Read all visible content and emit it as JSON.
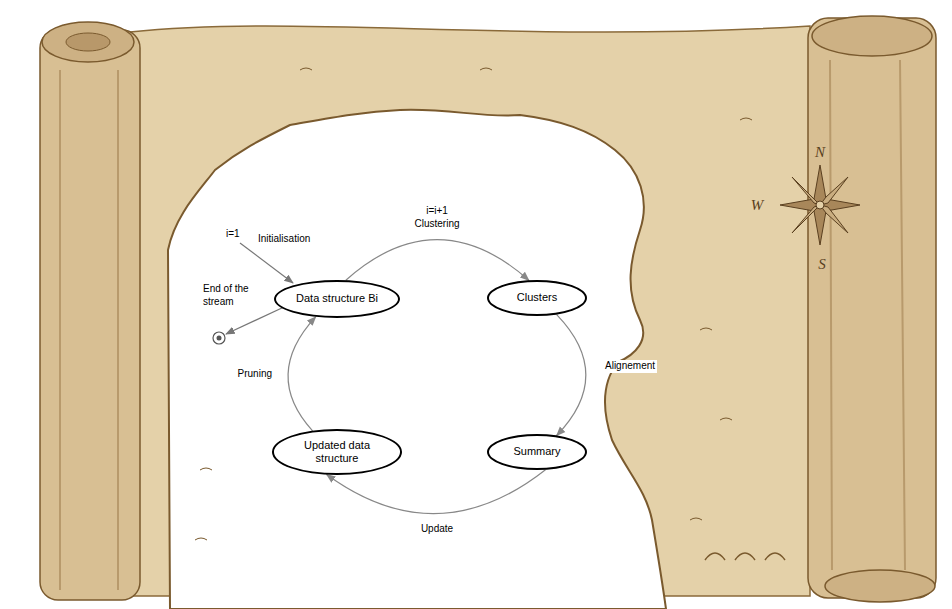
{
  "diagram": {
    "nodes": [
      {
        "text": [
          "Data structure Bi"
        ]
      },
      {
        "text": [
          "Clusters"
        ]
      },
      {
        "text": [
          "Summary"
        ]
      },
      {
        "text": [
          "Updated data structure"
        ]
      }
    ],
    "edges": [
      {
        "from": 0,
        "to": 1,
        "arrow": "to",
        "label": "Clustering"
      },
      {
        "from": 1,
        "to": 2,
        "arrow": "to",
        "label": "Alignement"
      },
      {
        "from": 2,
        "to": 3,
        "arrow": "to",
        "label": "Update"
      },
      {
        "from": 3,
        "to": 0,
        "arrow": "to",
        "label": "Pruning"
      }
    ],
    "labels": [
      "i=i+1",
      "i=1",
      "Initialisation",
      "End of the stream",
      "N",
      "W",
      "S"
    ]
  }
}
